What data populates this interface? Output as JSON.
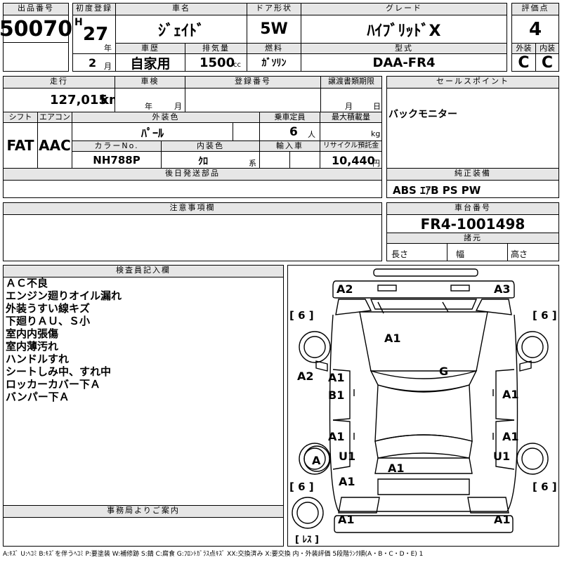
{
  "headers": {
    "lot_number": "出品番号",
    "first_registration": "初度登録",
    "car_name": "車名",
    "door_type": "ドア形状",
    "grade": "グレード",
    "score": "評価点",
    "history": "車歴",
    "displacement": "排気量",
    "fuel": "燃料",
    "model_code": "型式",
    "exterior": "外装",
    "interior": "内装",
    "mileage": "走行",
    "inspection": "車検",
    "registration_no": "登録番号",
    "transfer_deadline": "譲渡書類期限",
    "sales_point": "セールスポイント",
    "shift": "シフト",
    "aircon": "エアコン",
    "exterior_color": "外装色",
    "capacity": "乗車定員",
    "max_load": "最大積載量",
    "color_no": "カラーNo.",
    "interior_color": "内装色",
    "import": "輸入車",
    "recycle_fee": "リサイクル預託金",
    "later_parts": "後日発送部品",
    "genuine_equipment": "純正装備",
    "notes": "注意事項欄",
    "chassis_number": "車台番号",
    "specifications": "諸元",
    "inspector_notes": "検査員記入欄",
    "office_notice": "事務局よりご案内"
  },
  "values": {
    "lot_number": "50070",
    "era": "H",
    "year": "27",
    "year_unit": "年",
    "month": "2",
    "month_unit": "月",
    "car_name": "ｼﾞｪｲﾄﾞ",
    "door_type": "5W",
    "grade": "ﾊｲﾌﾞﾘｯﾄﾞX",
    "score": "4",
    "history": "自家用",
    "displacement": "1500",
    "displacement_unit": "cc",
    "fuel": "ｶﾞｿﾘﾝ",
    "model_code": "DAA-FR4",
    "exterior_grade": "C",
    "interior_grade": "C",
    "mileage": "127,015",
    "mileage_unit": "km",
    "inspection_year_unit": "年",
    "inspection_month_unit": "月",
    "transfer_month_unit": "月",
    "transfer_day_unit": "日",
    "sales_point": "バックモニター",
    "shift": "FAT",
    "aircon": "AAC",
    "exterior_color": "ﾊﾟｰﾙ",
    "capacity": "6",
    "capacity_unit": "人",
    "max_load_unit": "kg",
    "color_no": "NH788P",
    "interior_color": "ｸﾛ",
    "interior_color_suffix": "系",
    "recycle_fee": "10,440",
    "recycle_unit": "円",
    "genuine_equipment": "ABS ｴｱB PS PW",
    "chassis_number": "FR4-1001498",
    "length_label": "長さ",
    "width_label": "幅",
    "height_label": "高さ"
  },
  "inspector_remarks": [
    "ＡＣ不良",
    "エンジン廻りオイル漏れ",
    "外装うすい線キズ",
    "下廻りＡＵ、Ｓ小",
    "室内内張傷",
    "室内薄汚れ",
    "ハンドルすれ",
    "シートしみ中、すれ中",
    "ロッカーカバー下Ａ",
    "バンパー下Ａ"
  ],
  "diagram": {
    "labels": {
      "front_left": "A2",
      "front_right": "A3",
      "hood": "A1",
      "windshield": "G",
      "left_fender": "A2",
      "front_door_left_upper": "A1",
      "front_door_left_lower": "B1",
      "front_door_right": "A1",
      "rear_door_left": "A1",
      "rear_door_right": "A1",
      "rear_left_u": "U1",
      "rear_right_u": "U1",
      "rear_left_wheel": "A",
      "roof_rear": "A1",
      "rear_quarter_left": "A1",
      "rear_bumper_left": "A1",
      "rear_bumper_right": "A1",
      "tire_fl": "[ 6 ]",
      "tire_fr": "[ 6 ]",
      "tire_rl": "[ 6 ]",
      "tire_rr": "[ 6 ]",
      "spare": "[ ﾚｽ ]"
    }
  },
  "legend": "A:ｷｽﾞ U:ﾍｺﾐ B:ｷｽﾞを伴うﾍｺﾐ P:要塗装 W:補修跡 S:錆 C:腐食 G:ﾌﾛﾝﾄｶﾞﾗｽ点ｷｽﾞ XX:交換済み X:要交換 内・外装評価 5段階ﾗﾝｸ順(A・B・C・D・E) 1"
}
